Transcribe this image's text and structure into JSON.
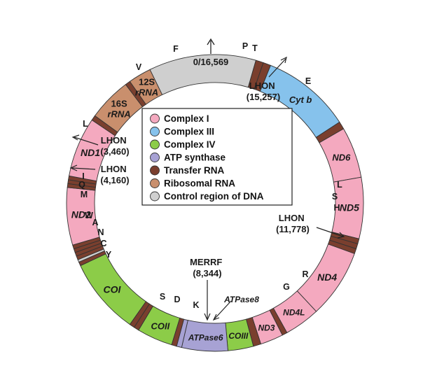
{
  "colors": {
    "complex_i": "#f4a9bf",
    "complex_iii": "#86c2ec",
    "complex_iv": "#8ccc48",
    "atp_synthase": "#a7a2d4",
    "trna": "#7a3f2e",
    "rrna": "#c98f6d",
    "control": "#cfcfcf",
    "outline": "#333333"
  },
  "legend": {
    "items": [
      {
        "key": "complex_i",
        "label": "Complex I"
      },
      {
        "key": "complex_iii",
        "label": "Complex III"
      },
      {
        "key": "complex_iv",
        "label": "Complex IV"
      },
      {
        "key": "atp_synthase",
        "label": "ATP synthase"
      },
      {
        "key": "trna",
        "label": "Transfer RNA"
      },
      {
        "key": "rrna",
        "label": "Ribosomal RNA"
      },
      {
        "key": "control",
        "label": "Control region of DNA"
      }
    ]
  },
  "origin_label": "0/16,569",
  "genes": [
    {
      "name": "12S",
      "name2": "rRNA",
      "type": "rrna"
    },
    {
      "name": "16S",
      "name2": "rRNA",
      "type": "rrna"
    },
    {
      "name": "ND1",
      "type": "complex_i"
    },
    {
      "name": "ND2",
      "type": "complex_i"
    },
    {
      "name": "COI",
      "type": "complex_iv"
    },
    {
      "name": "COII",
      "type": "complex_iv"
    },
    {
      "name": "ATPase8",
      "type": "atp_synthase"
    },
    {
      "name": "ATPase6",
      "type": "atp_synthase"
    },
    {
      "name": "COIII",
      "type": "complex_iv"
    },
    {
      "name": "ND3",
      "type": "complex_i"
    },
    {
      "name": "ND4L",
      "type": "complex_i"
    },
    {
      "name": "ND4",
      "type": "complex_i"
    },
    {
      "name": "ND5",
      "type": "complex_i"
    },
    {
      "name": "ND6",
      "type": "complex_i"
    },
    {
      "name": "Cyt b",
      "type": "complex_iii"
    }
  ],
  "trna_letters": [
    "F",
    "V",
    "L",
    "I",
    "Q",
    "M",
    "W",
    "A",
    "N",
    "C",
    "Y",
    "S",
    "D",
    "K",
    "G",
    "R",
    "H",
    "S",
    "L",
    "E",
    "T",
    "P"
  ],
  "annotations": [
    {
      "line1": "LHON",
      "line2": "(15,257)"
    },
    {
      "line1": "LHON",
      "line2": "(3,460)"
    },
    {
      "line1": "LHON",
      "line2": "(4,160)"
    },
    {
      "line1": "LHON",
      "line2": "(11,778)"
    },
    {
      "line1": "MERRF",
      "line2": "(8,344)"
    }
  ]
}
